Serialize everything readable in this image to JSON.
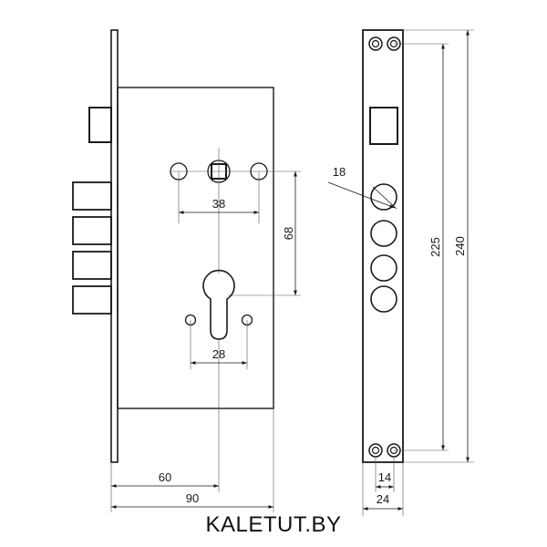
{
  "dimensions": {
    "spindle_to_screw_holes": "38",
    "spindle_to_cylinder": "68",
    "cylinder_screw_holes": "28",
    "backset": "60",
    "case_width": "90",
    "bolt_hole_diameter": "18",
    "faceplate_length_holes": "225",
    "faceplate_length_total": "240",
    "faceplate_hole_spacing": "14",
    "faceplate_width": "24"
  },
  "brand": "KALETUT.BY"
}
